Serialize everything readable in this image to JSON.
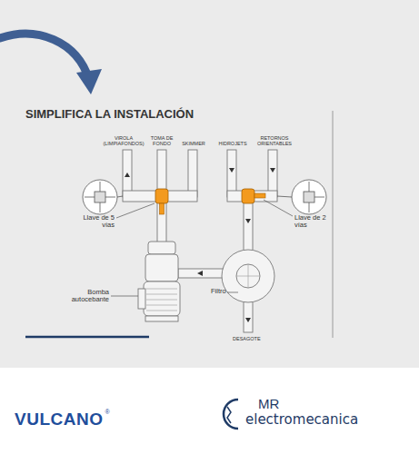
{
  "diagram": {
    "title": "SIMPLIFICA LA INSTALACIÓN",
    "labels": [
      "VIROLA (LIMPIAFONDOS)",
      "TOMA DE FONDO",
      "SKIMMER",
      "HIDROJETS",
      "RETORNOS ORIENTABLES",
      "Llave de 5 vías",
      "Bomba autocebante",
      "Filtro",
      "Llave de 2 vías",
      "DESAGOTE",
      "VULCANO",
      "®",
      "MR",
      "electromecanica"
    ]
  }
}
